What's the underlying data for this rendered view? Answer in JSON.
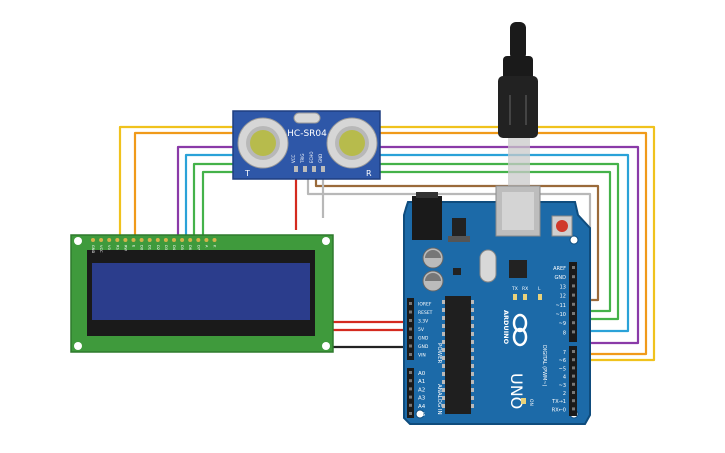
{
  "sensor": {
    "model": "HC-SR04",
    "pins": [
      "VCC",
      "TRIG",
      "ECHO",
      "GND"
    ],
    "side_left": "T",
    "side_right": "R"
  },
  "lcd": {
    "pins": [
      "GND",
      "VCC",
      "V0",
      "RS",
      "RW",
      "E",
      "D0",
      "D1",
      "D2",
      "D3",
      "D4",
      "D5",
      "D6",
      "D7",
      "A",
      "K"
    ]
  },
  "arduino": {
    "brand": "ARDUINO",
    "model": "UNO",
    "power_header": [
      "IOREF",
      "RESET",
      "3.3V",
      "5V",
      "GND",
      "GND",
      "VIN"
    ],
    "power_label": "POWER",
    "analog_header": [
      "A0",
      "A1",
      "A2",
      "A3",
      "A4",
      "A5"
    ],
    "analog_label": "ANALOG IN",
    "digital_header": [
      "AREF",
      "GND",
      "13",
      "12",
      "~11",
      "~10",
      "~9",
      "8",
      "7",
      "~6",
      "~5",
      "4",
      "~3",
      "2",
      "TX→1",
      "RX←0"
    ],
    "digital_label": "DIGITAL (PWM~)",
    "leds": [
      "TX",
      "RX",
      "L"
    ],
    "on_label": "ON"
  },
  "colors": {
    "board": "#1c6aa8",
    "board_edge": "#0f4c7d",
    "lcd_pcb": "#3f9a3c",
    "lcd_screen": "#2b3d8c",
    "sensor_pcb": "#2e57a8",
    "wire_red": "#d42a1f",
    "wire_black": "#222222",
    "wire_gray": "#b8b8b8",
    "wire_yellow": "#f0c21d",
    "wire_orange": "#f09a1a",
    "wire_purple": "#8a3aa8",
    "wire_blue": "#2aa2d8",
    "wire_green": "#44b24a",
    "wire_brown": "#9a6a3a"
  }
}
